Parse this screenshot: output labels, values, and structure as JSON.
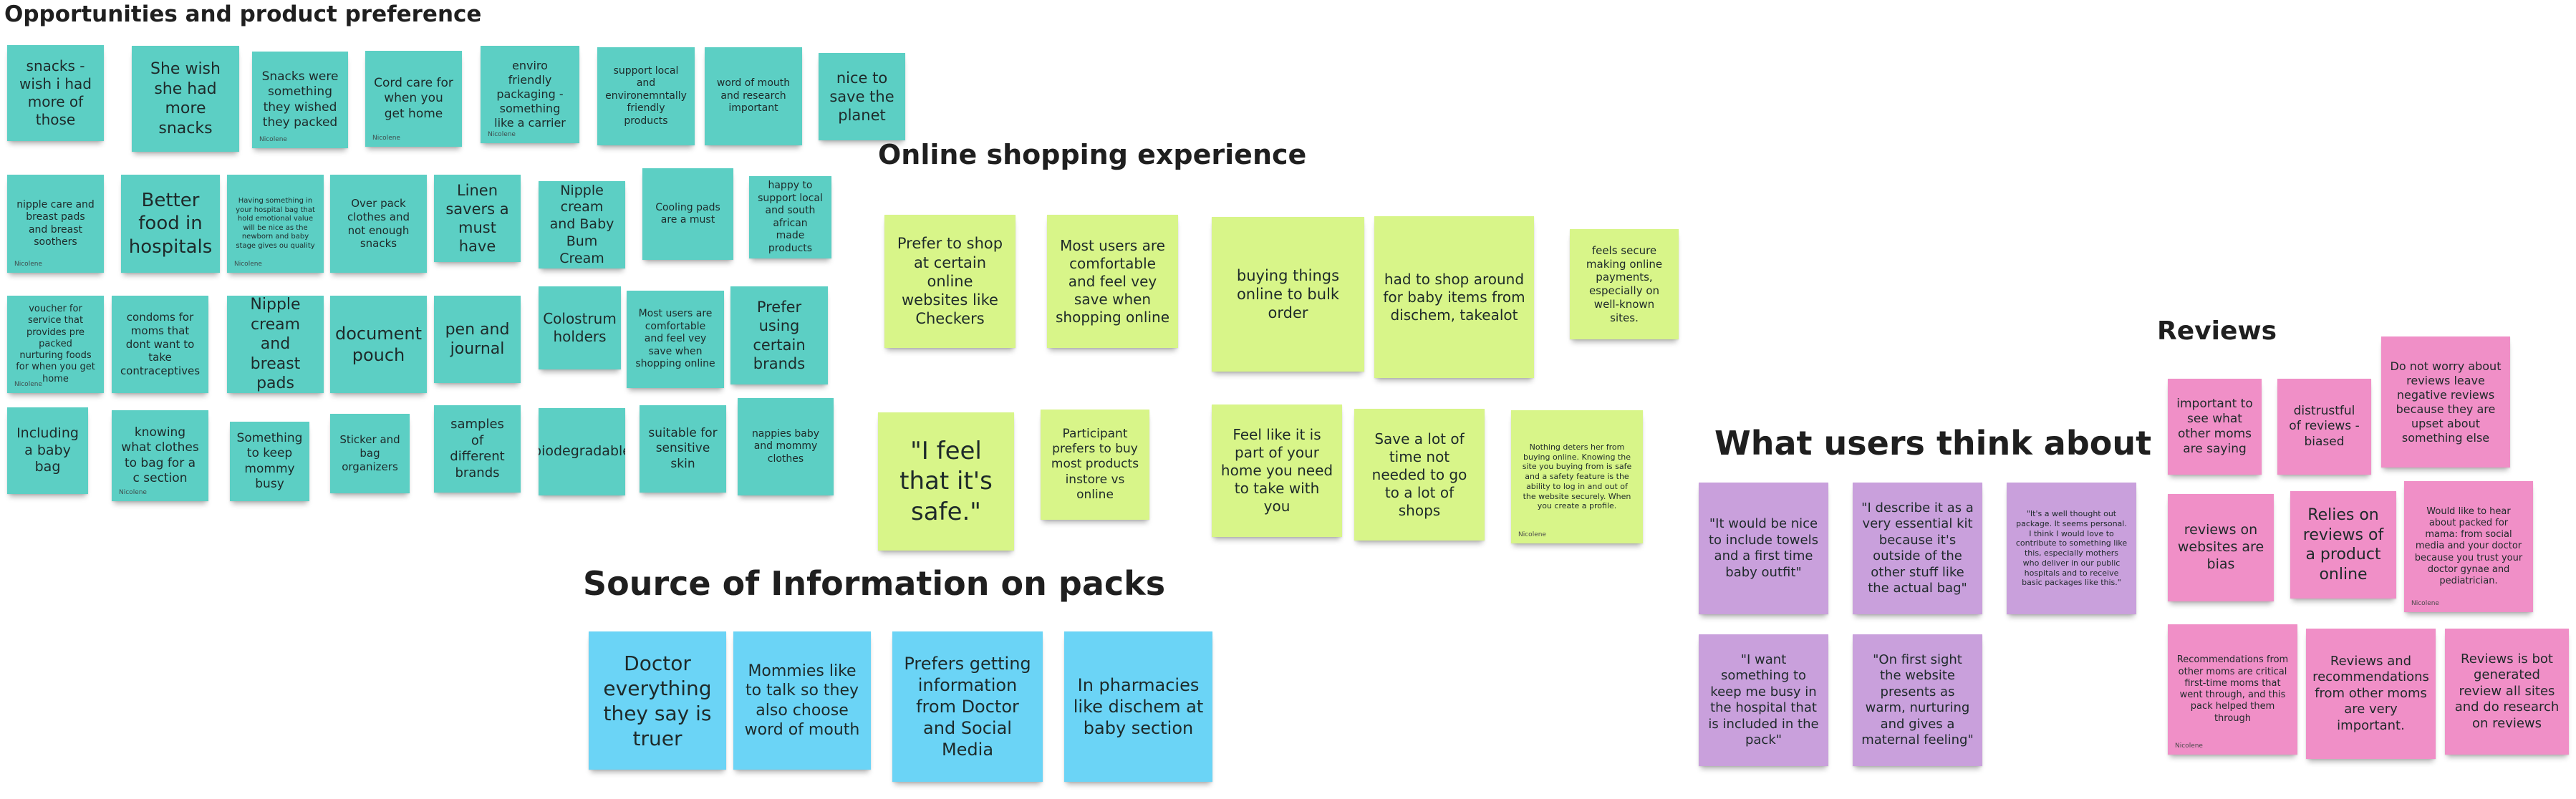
{
  "sections": {
    "opportunities": {
      "title": "Opportunities and product preference"
    },
    "online_shopping": {
      "title": "Online shopping experience"
    },
    "source_info": {
      "title": "Source of Information on packs"
    },
    "what_users_think": {
      "title": "What users think about pa"
    },
    "reviews": {
      "title": "Reviews"
    }
  },
  "author_tag": "Nicolene",
  "opportunities_notes": [
    "snacks - wish i had more of those",
    "She wish she had more snacks",
    "Snacks were something they wished they packed",
    "Cord care for when you get home",
    "enviro friendly packaging - something like a carrier",
    "support local and environemntally friendly products",
    "word of mouth and research important",
    "nice to save the planet",
    "nipple care and breast pads and breast soothers",
    "Better food in hospitals",
    "Having something in your hospital bag that hold emotional value will be nice as the newborn and baby stage gives ou quality",
    "Over pack clothes and not enough snacks",
    "Linen savers a must have",
    "Nipple cream and Baby Bum Cream",
    "Cooling pads are a must",
    "happy to support local and south african made products",
    "voucher for service that provides pre packed nurturing foods for when you get home",
    "condoms for moms that dont want to take contraceptives",
    "Nipple cream and breast pads",
    "document pouch",
    "pen and journal",
    "Colostrum holders",
    "Most users are comfortable and feel vey save when shopping online",
    "Prefer using certain brands",
    "Including a baby bag",
    "knowing what clothes to bag for a c section",
    "Something to keep mommy busy",
    "Sticker and bag organizers",
    "samples of different brands",
    "biodegradable",
    "suitable for sensitive skin",
    "nappies baby and mommy clothes"
  ],
  "online_notes": [
    "Prefer to shop at certain online websites like Checkers",
    "Most users are comfortable and feel vey save when shopping online",
    "buying things online to bulk order",
    "had to shop around for baby items from dischem, takealot",
    "feels secure making online payments, especially on well-known sites.",
    "\"I feel that it's safe.\"",
    "Participant prefers to buy most products instore vs online",
    "Feel like it is part of your home you need to take with you",
    "Save a lot of time not needed to go to a lot of shops",
    "Nothing deters her from buying online. Knowing the site you buying from is safe and a safety feature is the ability to log in and out of the website securely. When you create a profile."
  ],
  "source_notes": [
    "Doctor everything they say is truer",
    "Mommies like to talk so they also choose word of mouth",
    "Prefers getting information from Doctor and Social Media",
    "In pharmacies like dischem at baby section"
  ],
  "think_notes": [
    "\"It would be nice to include towels and a first time baby outfit\"",
    "\"I describe it as a very essential kit because it's outside of the other stuff like the actual bag\"",
    "\"It's a well thought out package. It seems personal. I think I would love to contribute to something like this, especially mothers who deliver in our public hospitals and to receive basic packages like this.\"",
    "\"I want something to keep me busy in the hospital that is included in the pack\"",
    "\"On first sight the website presents as warm, nurturing and gives a maternal feeling\""
  ],
  "review_notes": [
    "important to see what other moms are saying",
    "distrustful of reviews - biased",
    "Do not worry about reviews leave negative reviews because they are upset about something else",
    "reviews on websites are bias",
    "Relies on reviews of a product online",
    "Would like to hear about packed for mama: from social media and your doctor because you trust your doctor gynae and pediatrician.",
    "Recommendations from other moms are critical first-time moms that went through, and this pack helped them through",
    "Reviews and recommendations from other moms are very important.",
    "Reviews is bot generated review all sites and do research on reviews"
  ],
  "colors": {
    "teal": "#5ccfc4",
    "lime": "#d8f589",
    "purple": "#c9a0dc",
    "pink": "#f08fc7",
    "blue": "#6bd4f6"
  }
}
